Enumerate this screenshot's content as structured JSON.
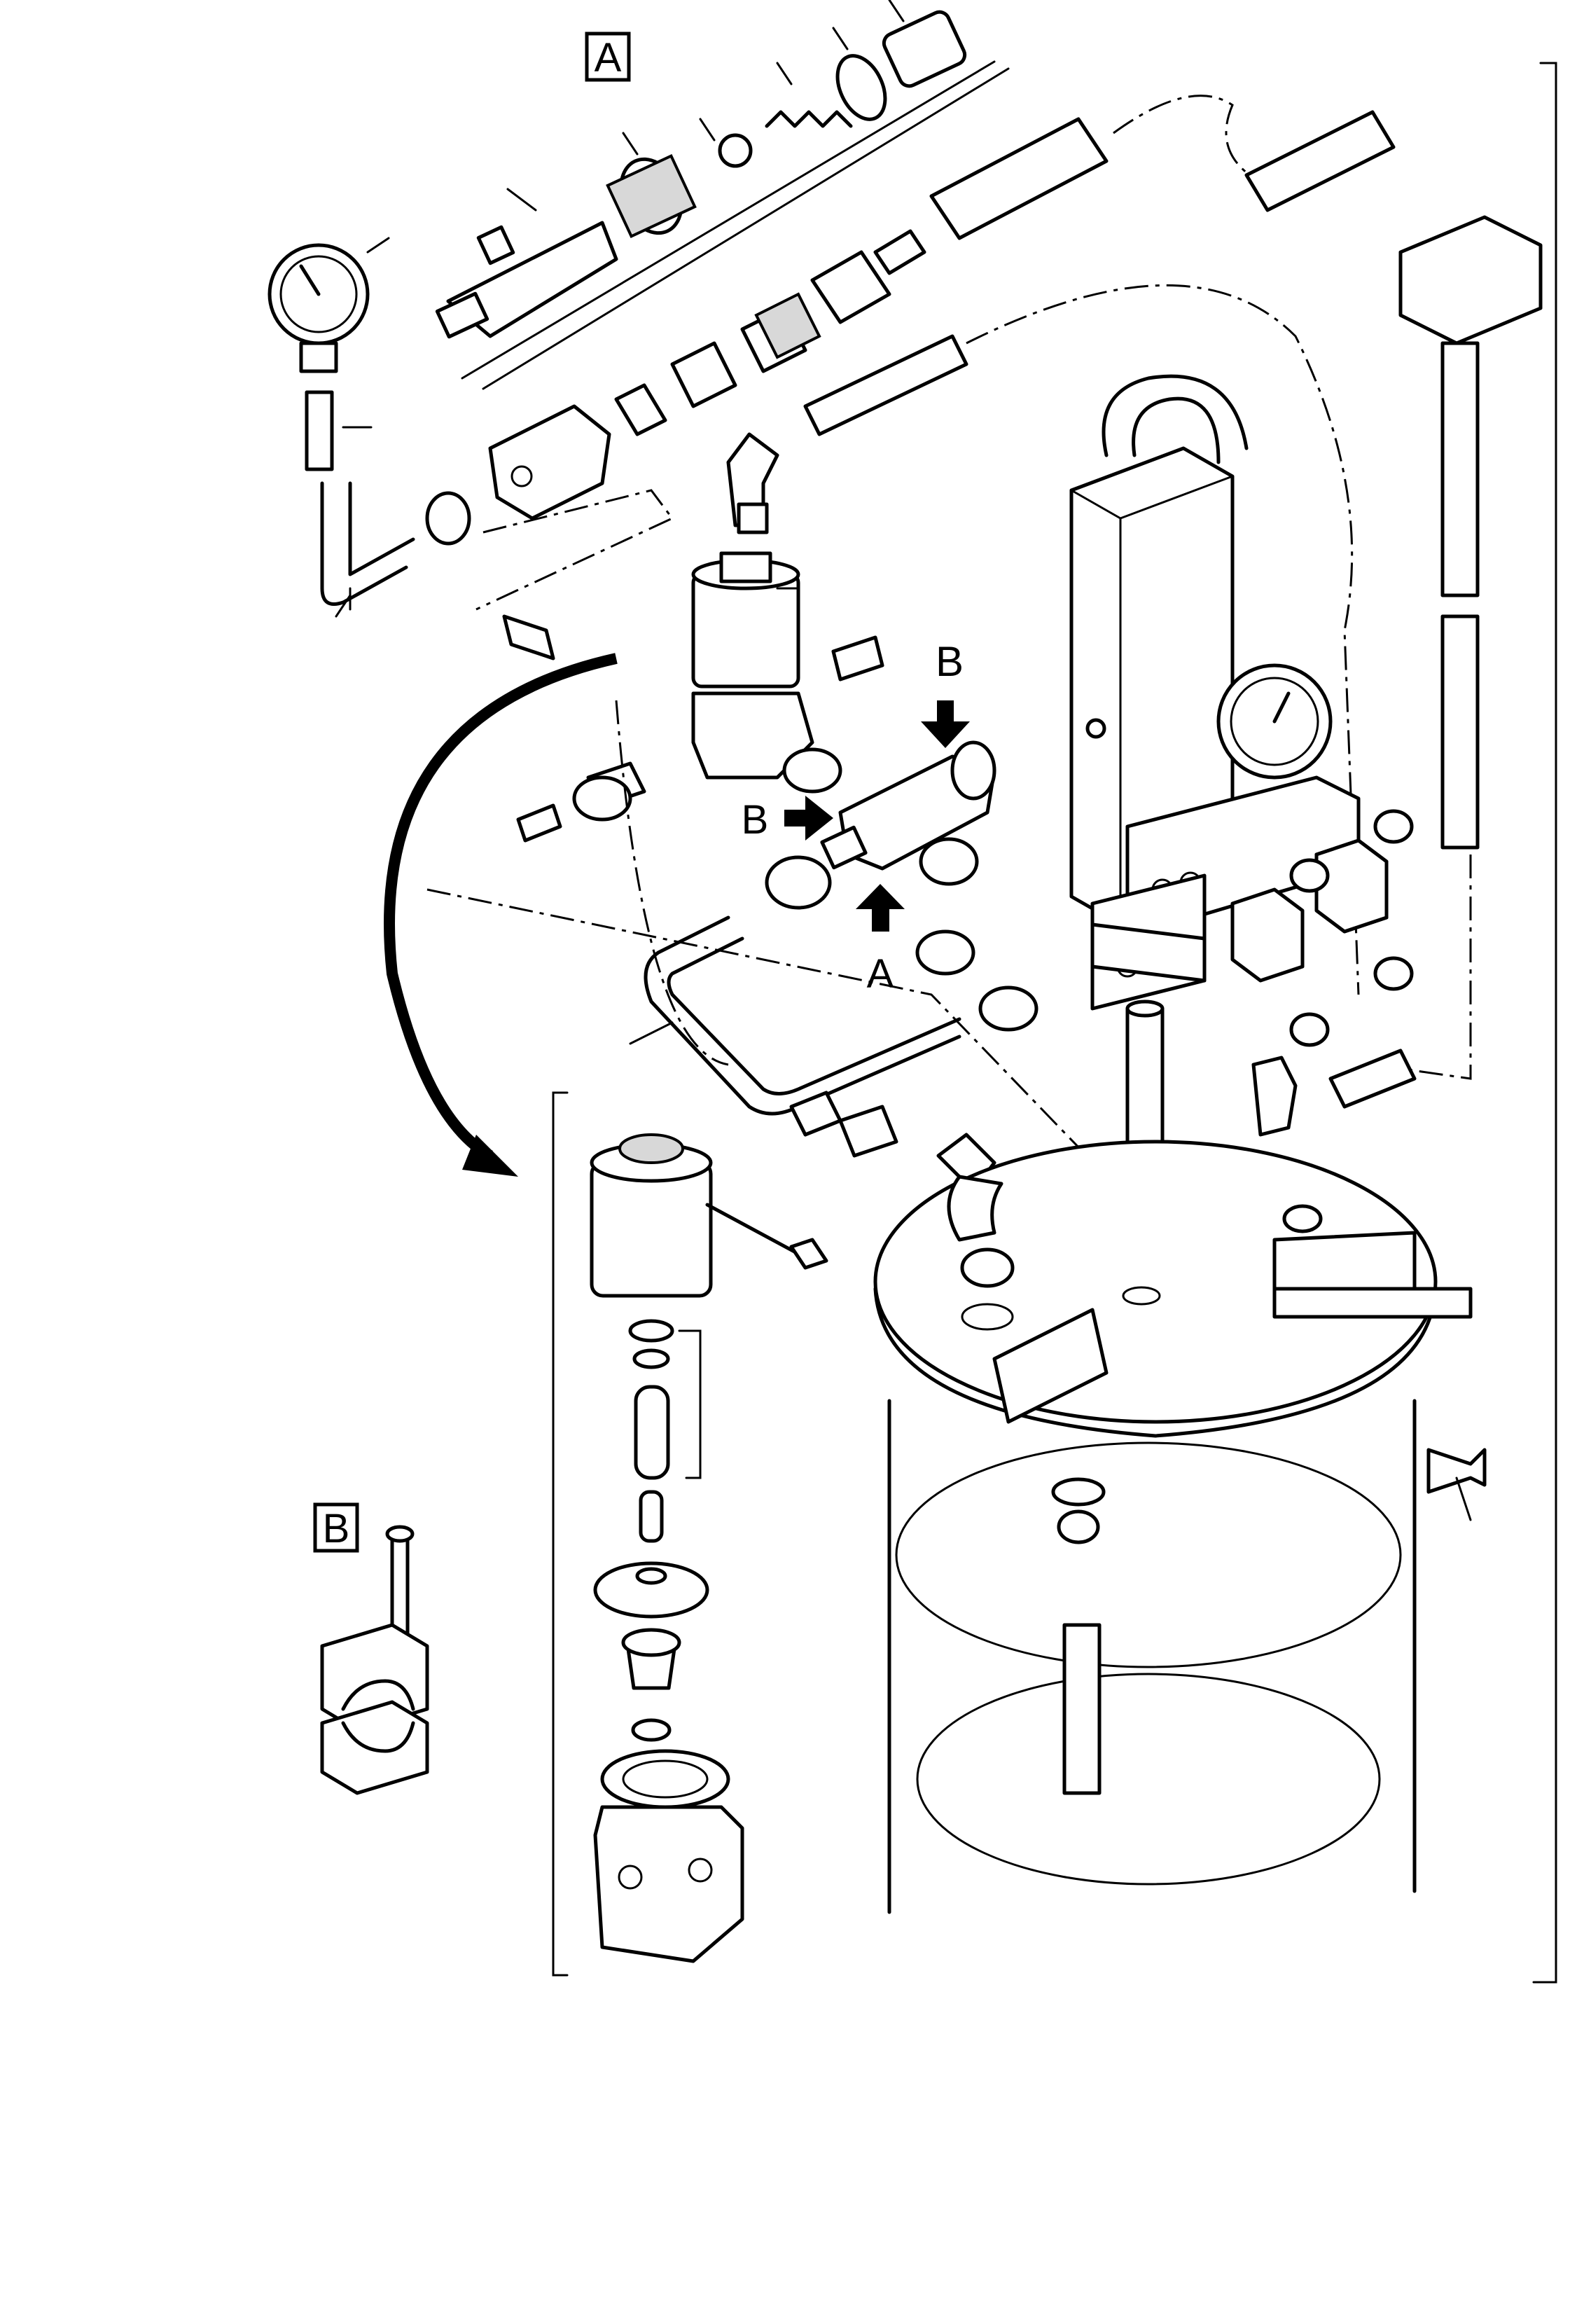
{
  "labels": {
    "detail_a": "A",
    "detail_b": "B",
    "flow_b_top": "B",
    "flow_b_left": "B",
    "flow_a": "A"
  }
}
